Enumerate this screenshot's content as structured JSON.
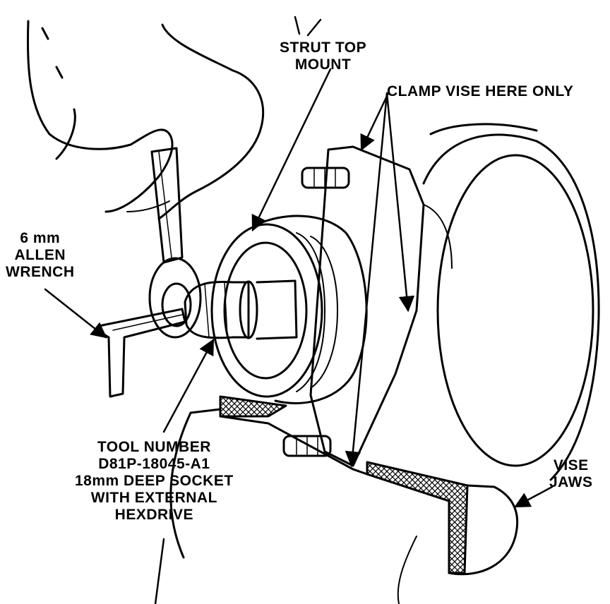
{
  "labels": {
    "strut_top_mount": [
      "STRUT TOP",
      "MOUNT"
    ],
    "clamp_vise": [
      "CLAMP VISE HERE ONLY"
    ],
    "allen_wrench": [
      "6 mm",
      "ALLEN",
      "WRENCH"
    ],
    "tool_number": [
      "TOOL NUMBER",
      "D81P-18045-A1",
      "18mm DEEP SOCKET",
      "WITH EXTERNAL",
      "HEXDRIVE"
    ],
    "vise_jaws": [
      "VISE",
      "JAWS"
    ]
  },
  "colors": {
    "ink": "#000000",
    "paper": "#ffffff"
  }
}
